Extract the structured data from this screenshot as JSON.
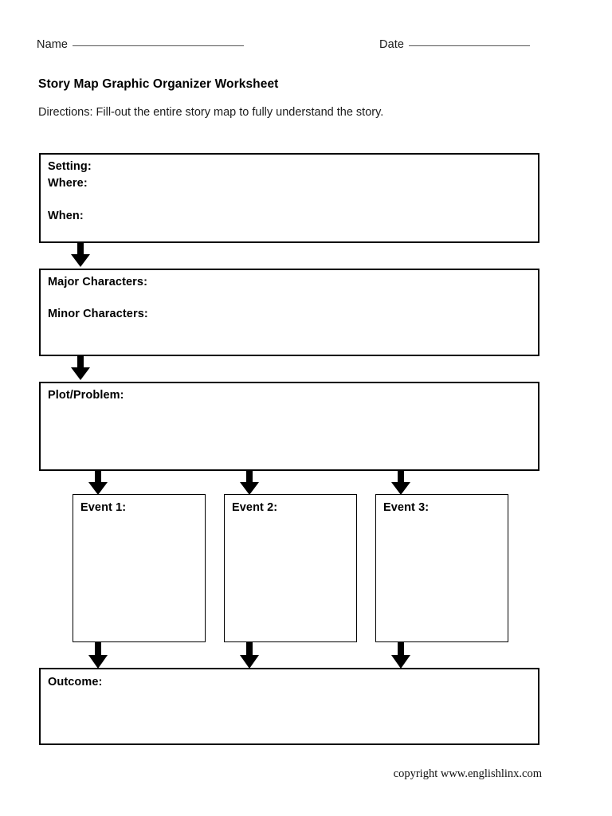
{
  "header": {
    "name_label": "Name",
    "date_label": "Date"
  },
  "title": "Story Map Graphic Organizer Worksheet",
  "directions": "Directions: Fill-out the entire story map to fully understand the story.",
  "organizer": {
    "setting": {
      "labels": [
        "Setting:",
        "Where:",
        "When:"
      ]
    },
    "characters": {
      "labels": [
        "Major Characters:",
        "Minor Characters:"
      ]
    },
    "plot": {
      "label": "Plot/Problem:"
    },
    "events": [
      {
        "label": "Event 1:"
      },
      {
        "label": "Event 2:"
      },
      {
        "label": "Event 3:"
      }
    ],
    "outcome": {
      "label": "Outcome:"
    }
  },
  "footer": "copyright www.englishlinx.com",
  "colors": {
    "ink": "#000000",
    "paper": "#ffffff",
    "rule": "#555555"
  }
}
